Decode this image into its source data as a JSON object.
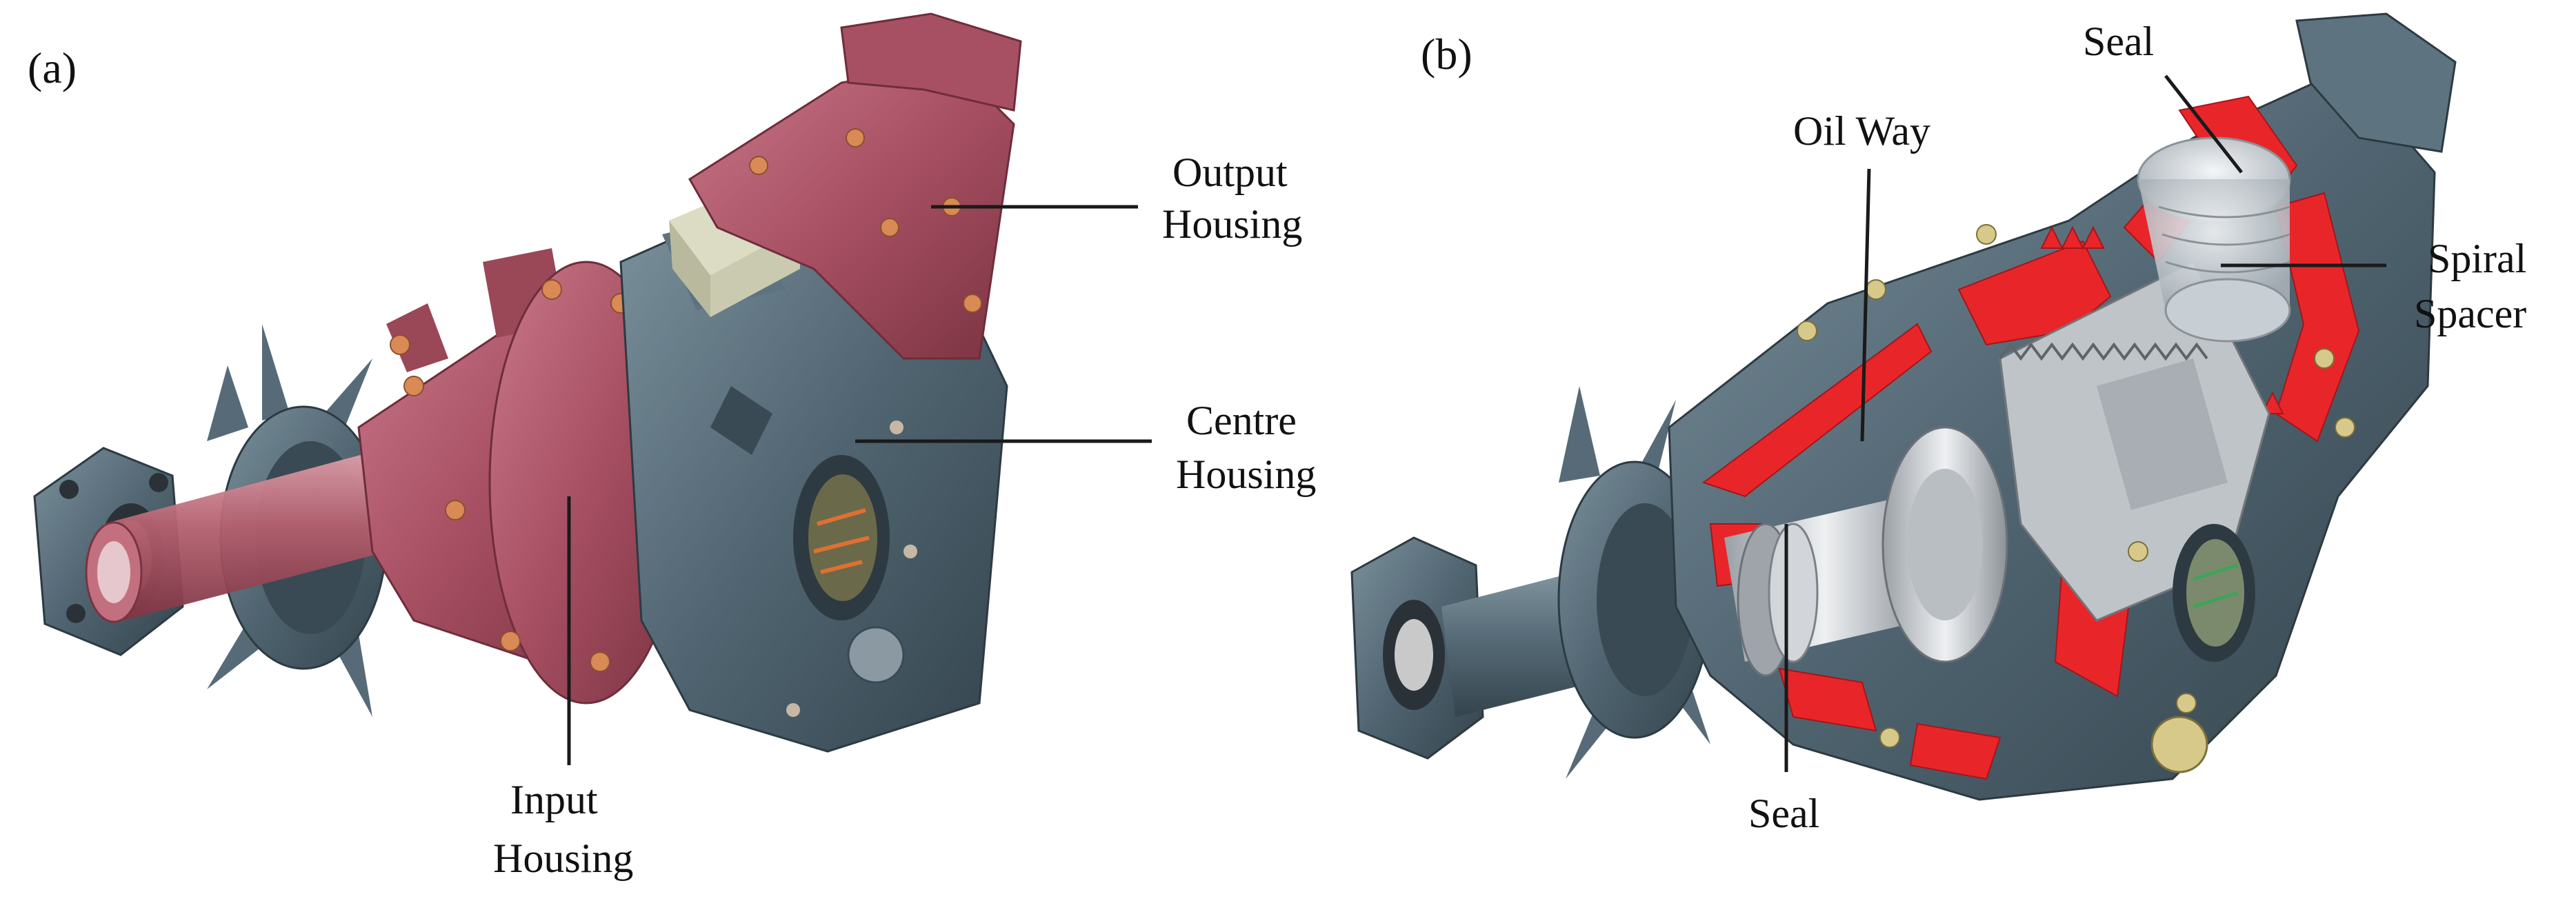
{
  "panels": [
    {
      "tag": "(a)"
    },
    {
      "tag": "(b)"
    }
  ],
  "labels_a": {
    "output_housing": [
      "Output",
      "Housing"
    ],
    "centre_housing": [
      "Centre",
      "Housing"
    ],
    "input_housing": [
      "Input",
      "Housing"
    ]
  },
  "labels_b": {
    "seal_top": "Seal",
    "oil_way": "Oil Way",
    "spiral_spacer": [
      "Spiral",
      "Spacer"
    ],
    "seal_bottom": "Seal"
  },
  "colors": {
    "housing_grey": "#4f6470",
    "housing_grey_dark": "#3a4a54",
    "housing_grey_light": "#6f8692",
    "input_output_housing": "#b05a68",
    "housing_red_dark": "#8a3b49",
    "cutaway_red": "#e8262a",
    "bolt_copper": "#d98a55",
    "steel": "#c9cdd2",
    "steel_dark": "#8f959b"
  }
}
